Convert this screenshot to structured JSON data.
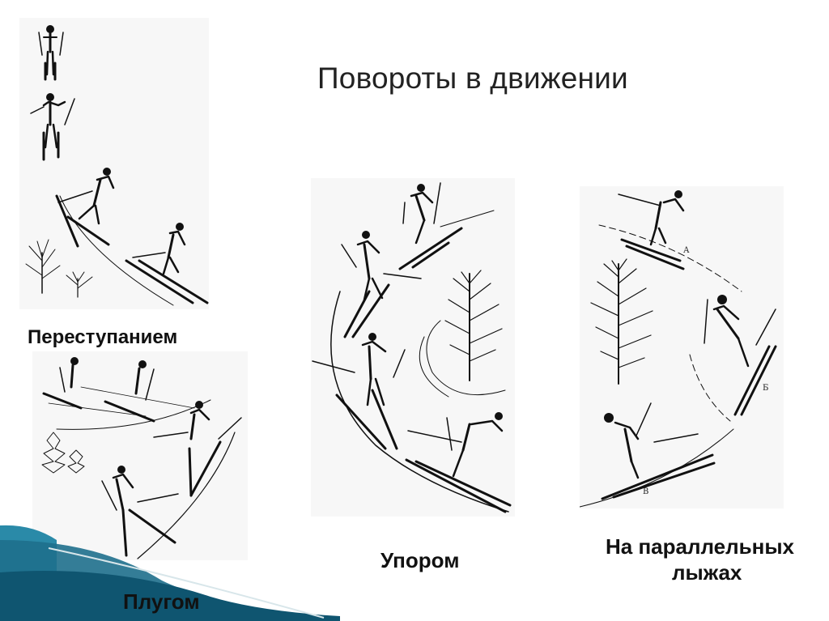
{
  "slide": {
    "title": "Повороты в движении"
  },
  "captions": {
    "step": "Переступанием",
    "plow": "Плугом",
    "stop": "Упором",
    "parallel_line1": "На параллельных",
    "parallel_line2": "лыжах"
  },
  "figure_labels": {
    "a": "А",
    "b": "Б",
    "v": "В"
  },
  "colors": {
    "background": "#ffffff",
    "accent_teal": "#2a8aa8",
    "accent_dark": "#0f5570",
    "panel_bg": "#f7f7f7",
    "ink": "#111111"
  }
}
